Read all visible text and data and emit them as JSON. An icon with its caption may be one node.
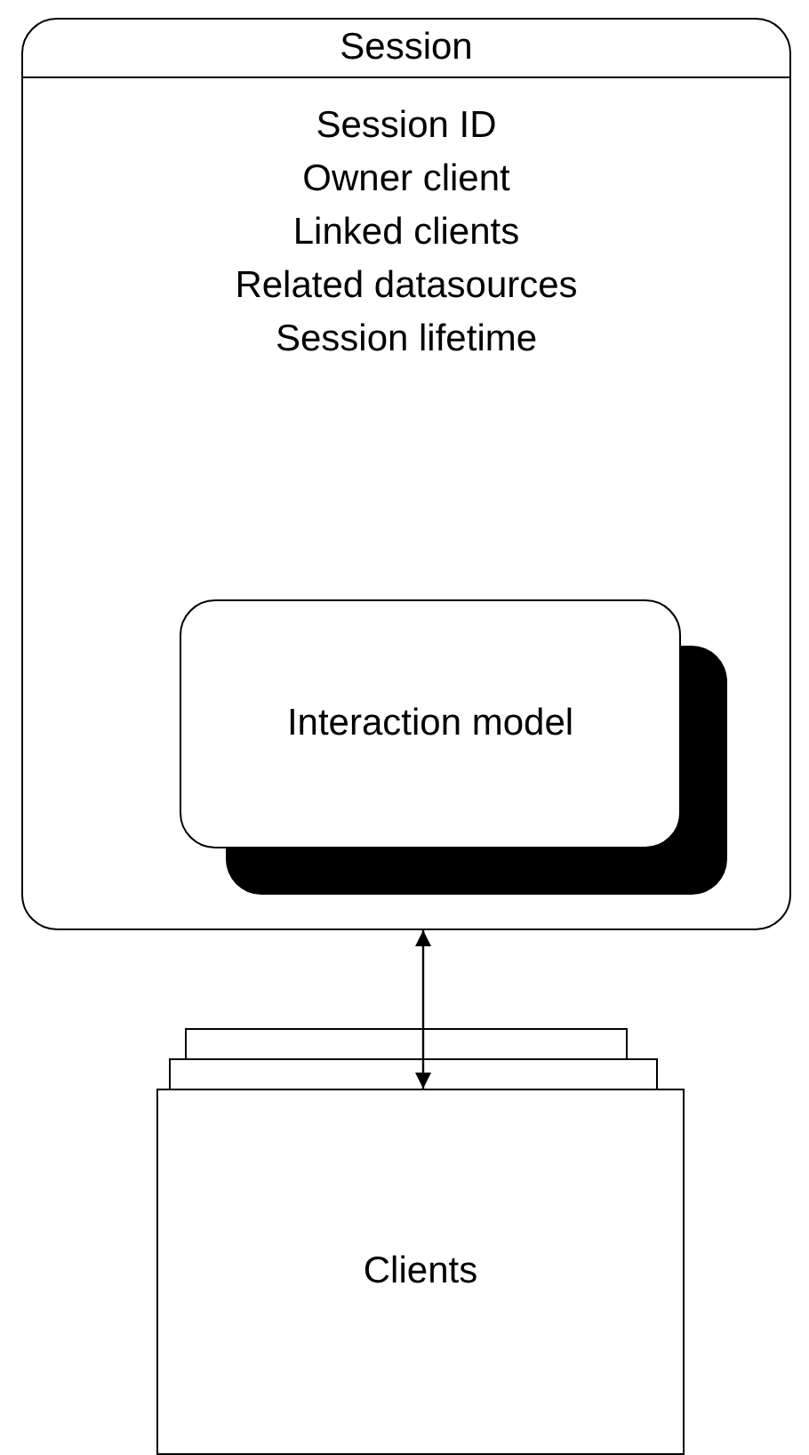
{
  "diagram": {
    "nodes": [
      {
        "text": [
          "Session",
          "Session ID",
          "Owner client",
          "Linked clients",
          "Related datasources",
          "Session lifetime"
        ]
      },
      {
        "text": [
          "Interaction model"
        ],
        "in": 0
      },
      {
        "text": [
          "Clients"
        ]
      }
    ],
    "edges": [
      {
        "from": 0,
        "to": 2,
        "arrow": "both"
      }
    ]
  }
}
